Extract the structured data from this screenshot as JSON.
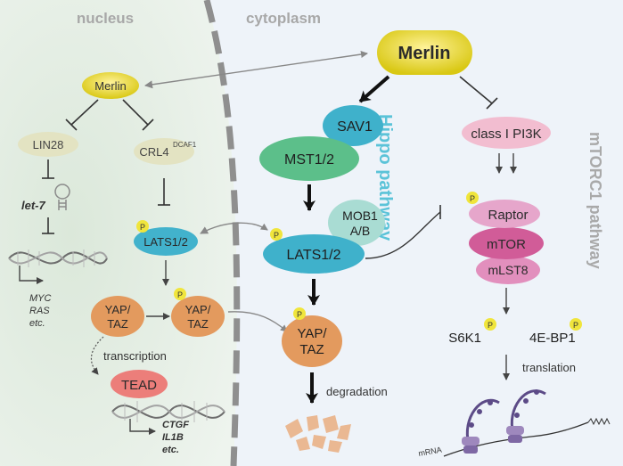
{
  "compartments": {
    "nucleus": "nucleus",
    "cytoplasm": "cytoplasm"
  },
  "nodes": {
    "merlin_cyto": "Merlin",
    "merlin_nuc": "Merlin",
    "lin28": "LIN28",
    "crl4": "CRL4",
    "crl4_sup": "DCAF1",
    "let7": "let-7",
    "lats_nuc": "LATS1/2",
    "yap_taz_nuc1_line1": "YAP/",
    "yap_taz_nuc1_line2": "TAZ",
    "yap_taz_nuc2_line1": "YAP/",
    "yap_taz_nuc2_line2": "TAZ",
    "transcription": "transcription",
    "tead": "TEAD",
    "sav1": "SAV1",
    "mst12": "MST1/2",
    "mob1_line1": "MOB1",
    "mob1_line2": "A/B",
    "lats_cyto": "LATS1/2",
    "yap_taz_cyto_line1": "YAP/",
    "yap_taz_cyto_line2": "TAZ",
    "degradation": "degradation",
    "pi3k": "class I PI3K",
    "raptor": "Raptor",
    "mtor": "mTOR",
    "mlst8": "mLST8",
    "s6k1": "S6K1",
    "ebp1": "4E-BP1",
    "translation": "translation",
    "mrna": "mRNA",
    "phospho": "P"
  },
  "gene_lists": {
    "myc_ras": [
      "MYC",
      "RAS",
      "etc."
    ],
    "ctgf_il1b": [
      "CTGF",
      "IL1B",
      "etc."
    ]
  },
  "pathways": {
    "hippo": "Hippo pathway",
    "mtorc1": "mTORC1 pathway"
  },
  "colors": {
    "nucleus_bg": "#e6efe6",
    "cytoplasm_bg": "#eef4fb",
    "merlin": "#e3d316",
    "hippo_green": "#5cbf8a",
    "hippo_teal": "#3fb1cb",
    "hippo_label": "#5bc3d8",
    "yap_orange": "#e39a5e",
    "mtor_pink": "#d15c98",
    "pi3k_pink": "#f2bdd0",
    "mtorc1_label": "#a9a9a9",
    "phospho_yellow": "#f0e53c"
  }
}
